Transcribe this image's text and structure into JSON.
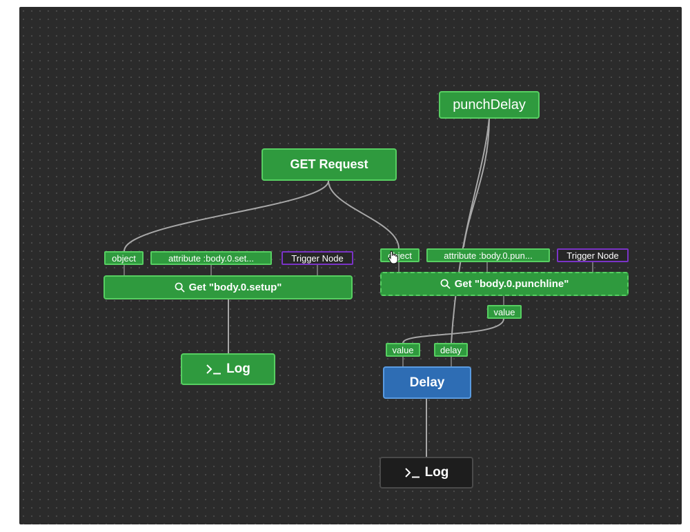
{
  "nodes": {
    "get_request": {
      "label": "GET Request"
    },
    "punch_delay": {
      "label": "punchDelay"
    },
    "get_setup": {
      "label": "Get \"body.0.setup\"",
      "ports": {
        "object": "object",
        "attribute": "attribute :body.0.set...",
        "trigger": "Trigger Node"
      }
    },
    "get_punchline": {
      "label": "Get \"body.0.punchline\"",
      "ports": {
        "object": "object",
        "attribute": "attribute :body.0.pun...",
        "trigger": "Trigger Node"
      },
      "output": "value"
    },
    "log_setup": {
      "label": "Log"
    },
    "delay": {
      "label": "Delay",
      "ports": {
        "value": "value",
        "delay": "delay"
      }
    },
    "log_delay": {
      "label": "Log"
    }
  },
  "icons": {
    "search": "search-icon",
    "terminal": "terminal-icon",
    "cursor": "hand-cursor-icon"
  },
  "colors": {
    "canvas": "#2b2b2b",
    "node_green": "#2f9a3e",
    "node_green_border": "#57cf62",
    "node_blue": "#2e6db4",
    "node_dark": "#1d1d1d",
    "trigger_border": "#7a33c6",
    "edge": "#a8a8a8"
  }
}
